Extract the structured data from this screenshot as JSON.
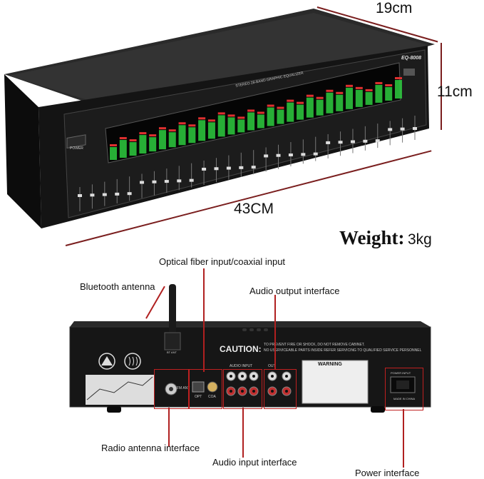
{
  "dimensions": {
    "depth": "19cm",
    "height": "11cm",
    "width": "43CM"
  },
  "weight": {
    "label": "Weight:",
    "value": "3kg"
  },
  "front_panel": {
    "model": "EQ-8008",
    "title": "STEREO 28-BAND GRAPHIC EQUALIZER",
    "power_label": "POWER"
  },
  "rear_panel": {
    "caution_title": "CAUTION:",
    "caution_text_1": "TO PREVENT FIRE OR SHOCK, DO NOT REMOVE CABINET.",
    "caution_text_2": "NO USERVICEABLE PARTS INSIDE REFER SERVICING TO QUALIFIED SERVICE PERSONNEL",
    "warning_title": "WARNING",
    "bt_ant": "BT ANT",
    "fm_ant": "FM ANT",
    "opt": "OPT",
    "coa": "COA",
    "audio_input": "AUDIO INPUT",
    "audio_output": "OUT",
    "power_input": "POWER INPUT",
    "made_in": "MADE IN CHINA"
  },
  "callouts": {
    "optical": "Optical fiber input/coaxial input",
    "bluetooth": "Bluetooth antenna",
    "audio_output": "Audio output interface",
    "radio_antenna": "Radio antenna interface",
    "audio_input": "Audio input interface",
    "power": "Power interface"
  },
  "colors": {
    "accent_line": "#7a1e1e",
    "callout_red": "#c02020",
    "device_body": "#1a1a1a",
    "led_green": "#2ecc40",
    "led_red": "#e03030"
  }
}
